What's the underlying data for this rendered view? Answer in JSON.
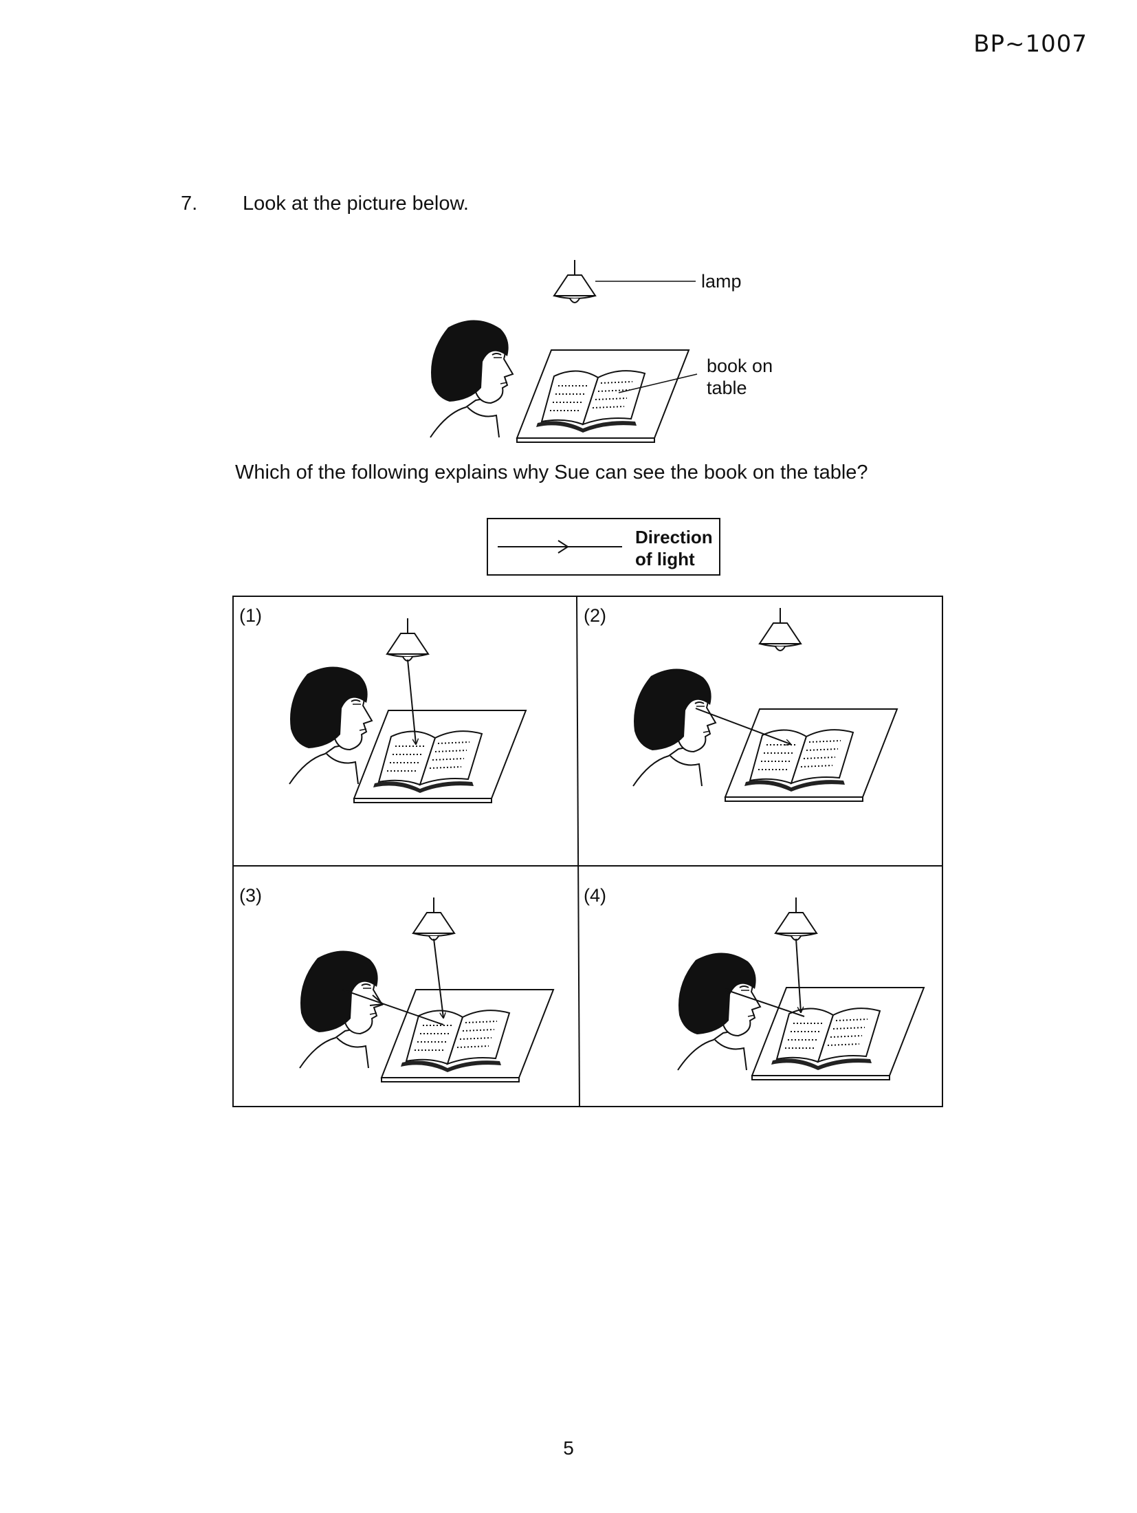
{
  "header": {
    "code": "BP~1007"
  },
  "question": {
    "number": "7.",
    "intro": "Look at the picture below.",
    "text": "Which of the following explains why Sue can see the book on the table?"
  },
  "figure": {
    "lamp_label": "lamp",
    "book_label_line1": "book on",
    "book_label_line2": "table"
  },
  "legend": {
    "line1": "Direction",
    "line2": "of light"
  },
  "options": [
    {
      "label": "(1)"
    },
    {
      "label": "(2)"
    },
    {
      "label": "(3)"
    },
    {
      "label": "(4)"
    }
  ],
  "footer": {
    "page": "5"
  }
}
